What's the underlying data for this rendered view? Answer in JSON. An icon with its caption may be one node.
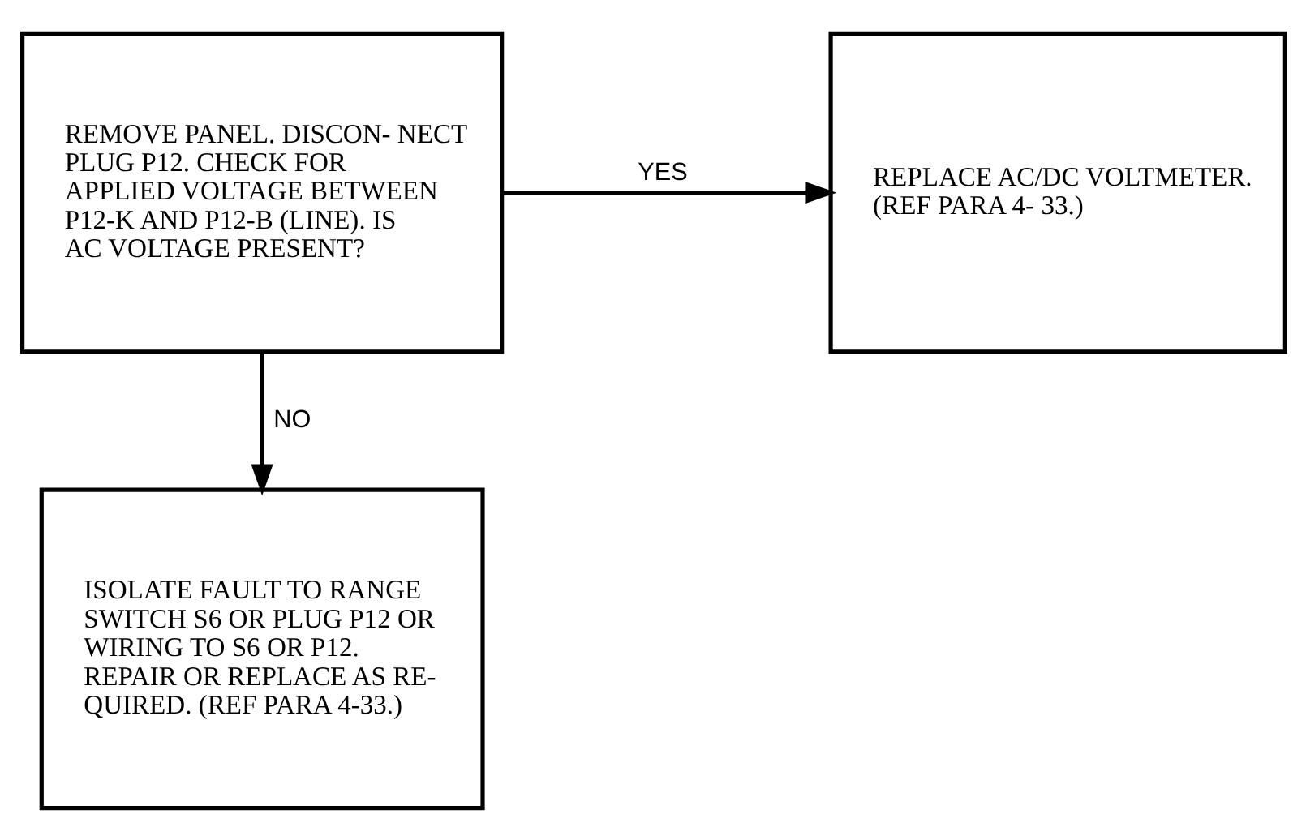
{
  "diagram": {
    "nodes": [
      {
        "text": [
          "REMOVE PANEL. DISCON- NECT PLUG P12. CHECK FOR APPLIED VOLTAGE BETWEEN P12-K AND P12-B (LINE). IS AC VOLTAGE PRESENT?"
        ]
      },
      {
        "text": [
          "REPLACE AC/DC VOLTMETER. (REF PARA 4- 33.)"
        ]
      },
      {
        "text": [
          "ISOLATE FAULT TO RANGE SWITCH S6 OR PLUG P12 OR WIRING TO S6 OR P12. REPAIR OR REPLACE AS RE- QUIRED. (REF PARA 4-33.)"
        ]
      }
    ],
    "edges": [
      {
        "from": 0,
        "to": 1,
        "arrow": "to",
        "label": "YES"
      },
      {
        "from": 0,
        "to": 2,
        "arrow": "to",
        "label": "NO"
      }
    ]
  }
}
